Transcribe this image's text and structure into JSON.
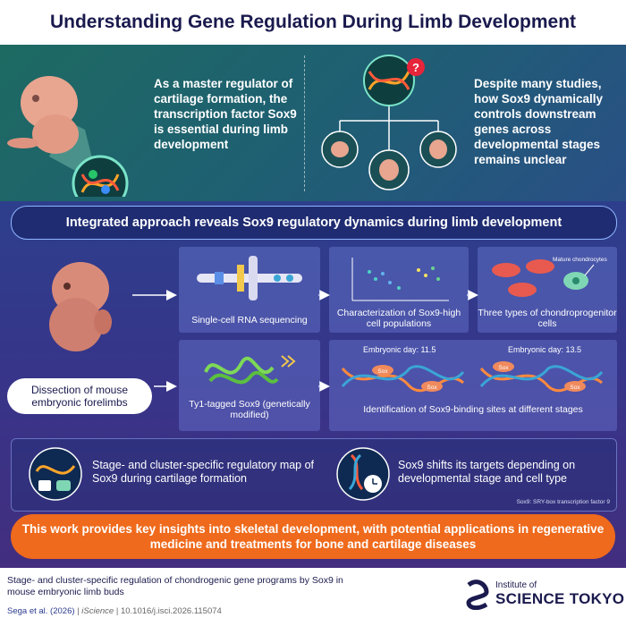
{
  "title": "Understanding Gene Regulation During Limb Development",
  "top": {
    "left_text": "As a master regulator of cartilage formation, the transcription factor Sox9 is essential during limb development",
    "right_text": "Despite many studies, how Sox9 dynamically controls downstream genes across developmental stages remains unclear",
    "question_mark": "?"
  },
  "banner": "Integrated approach reveals Sox9 regulatory dynamics during limb development",
  "workflow": {
    "dissection": "Dissection of mouse embryonic forelimbs",
    "scrna": "Single-cell RNA sequencing",
    "characterization": "Characterization of Sox9-high cell populations",
    "three_types": "Three types of chondroprogenitor cells",
    "mature": "Mature chondrocytes",
    "ty1": "Ty1-tagged Sox9 (genetically modified)",
    "embryonic_day_1": "Embryonic day: 11.5",
    "embryonic_day_2": "Embryonic day: 13.5",
    "sox_tag": "Sox",
    "identification": "Identification of Sox9-binding sites at different stages"
  },
  "summary": {
    "left": "Stage- and cluster-specific regulatory map of Sox9 during cartilage formation",
    "right": "Sox9 shifts its targets depending on developmental stage and cell type",
    "footnote": "Sox9: SRY-box transcription factor 9"
  },
  "conclusion": "This work provides key insights into skeletal development, with potential applications in regenerative medicine and treatments for bone and cartilage diseases",
  "footer": {
    "paper_title": "Stage- and cluster-specific regulation of chondrogenic gene programs by Sox9 in mouse embryonic limb buds",
    "authors": "Sega et al. (2026)",
    "journal": "iScience",
    "doi": "10.1016/j.isci.2026.115074",
    "separator": "|",
    "logo_top": "Institute of",
    "logo_bottom": "SCIENCE TOKYO"
  },
  "colors": {
    "title": "#1a1a4e",
    "accent_orange": "#ef6a1c",
    "teal": "#1d6a62",
    "indigo": "#36358a"
  }
}
